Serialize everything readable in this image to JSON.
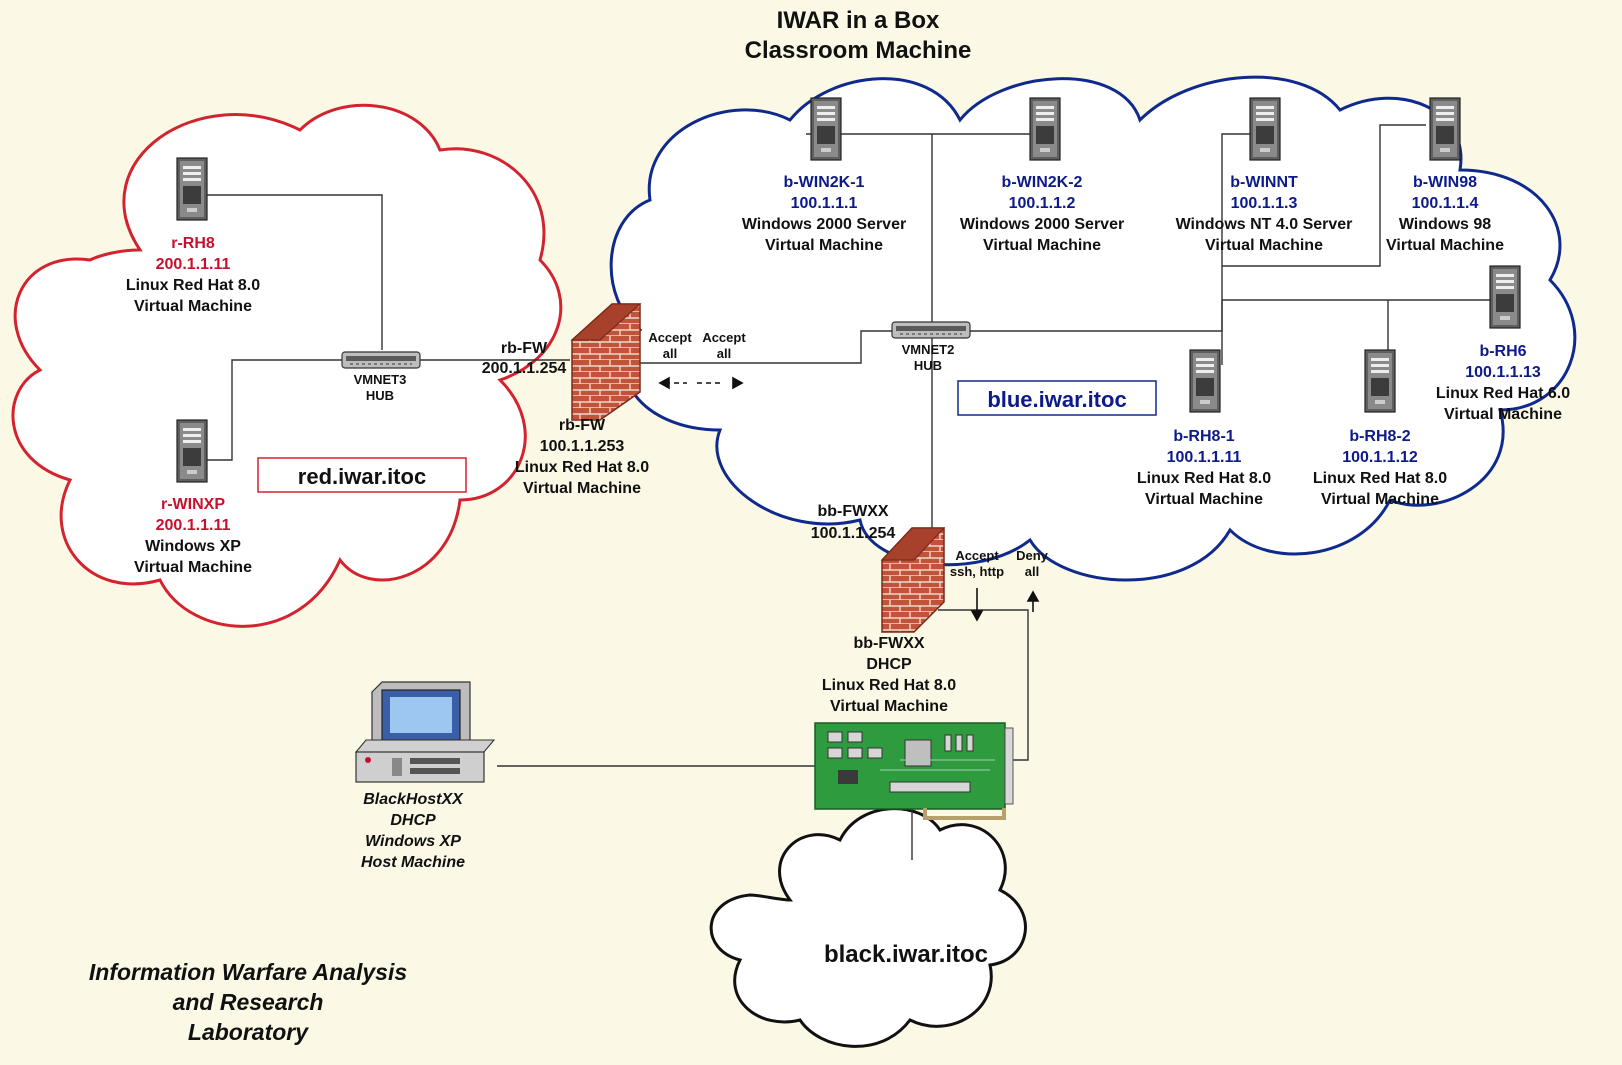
{
  "title": {
    "line1": "IWAR in a Box",
    "line2": "Classroom Machine"
  },
  "footer": {
    "line1": "Information Warfare Analysis",
    "line2": "and Research",
    "line3": "Laboratory"
  },
  "zones": {
    "red": {
      "label": "red.iwar.itoc",
      "color": "#d3232f"
    },
    "blue": {
      "label": "blue.iwar.itoc",
      "color": "#0f2a8c"
    },
    "black": {
      "label": "black.iwar.itoc",
      "color": "#111111"
    }
  },
  "hubs": {
    "vmnet3": {
      "line1": "VMNET3",
      "line2": "HUB"
    },
    "vmnet2": {
      "line1": "VMNET2",
      "line2": "HUB"
    }
  },
  "hosts": {
    "r_rh8": {
      "name": "r-RH8",
      "ip": "200.1.1.11",
      "os": "Linux Red Hat 8.0",
      "type": "Virtual Machine"
    },
    "r_winxp": {
      "name": "r-WINXP",
      "ip": "200.1.1.11",
      "os": "Windows XP",
      "type": "Virtual Machine"
    },
    "b_win2k_1": {
      "name": "b-WIN2K-1",
      "ip": "100.1.1.1",
      "os": "Windows 2000 Server",
      "type": "Virtual Machine"
    },
    "b_win2k_2": {
      "name": "b-WIN2K-2",
      "ip": "100.1.1.2",
      "os": "Windows 2000 Server",
      "type": "Virtual Machine"
    },
    "b_winnt": {
      "name": "b-WINNT",
      "ip": "100.1.1.3",
      "os": "Windows NT 4.0 Server",
      "type": "Virtual Machine"
    },
    "b_win98": {
      "name": "b-WIN98",
      "ip": "100.1.1.4",
      "os": "Windows 98",
      "type": "Virtual Machine"
    },
    "b_rh6": {
      "name": "b-RH6",
      "ip": "100.1.1.13",
      "os": "Linux Red Hat 6.0",
      "type": "Virtual Machine"
    },
    "b_rh8_1": {
      "name": "b-RH8-1",
      "ip": "100.1.1.11",
      "os": "Linux Red Hat 8.0",
      "type": "Virtual Machine"
    },
    "b_rh8_2": {
      "name": "b-RH8-2",
      "ip": "100.1.1.12",
      "os": "Linux Red Hat 8.0",
      "type": "Virtual Machine"
    },
    "blackhost": {
      "name": "BlackHostXX",
      "ip": "DHCP",
      "os": "Windows XP",
      "type": "Host Machine"
    }
  },
  "firewalls": {
    "rb_fw": {
      "outer_name": "rb-FW",
      "outer_ip": "200.1.1.254",
      "name": "rb-FW",
      "ip": "100.1.1.253",
      "os": "Linux Red Hat 8.0",
      "type": "Virtual Machine",
      "rule_left": {
        "line1": "Accept",
        "line2": "all"
      },
      "rule_right": {
        "line1": "Accept",
        "line2": "all"
      }
    },
    "bb_fw": {
      "outer_name": "bb-FWXX",
      "outer_ip": "100.1.1.254",
      "name": "bb-FWXX",
      "ip": "DHCP",
      "os": "Linux Red Hat 8.0",
      "type": "Virtual Machine",
      "rule_left": {
        "line1": "Accept",
        "line2": "ssh, http"
      },
      "rule_right": {
        "line1": "Deny",
        "line2": "all"
      }
    }
  }
}
